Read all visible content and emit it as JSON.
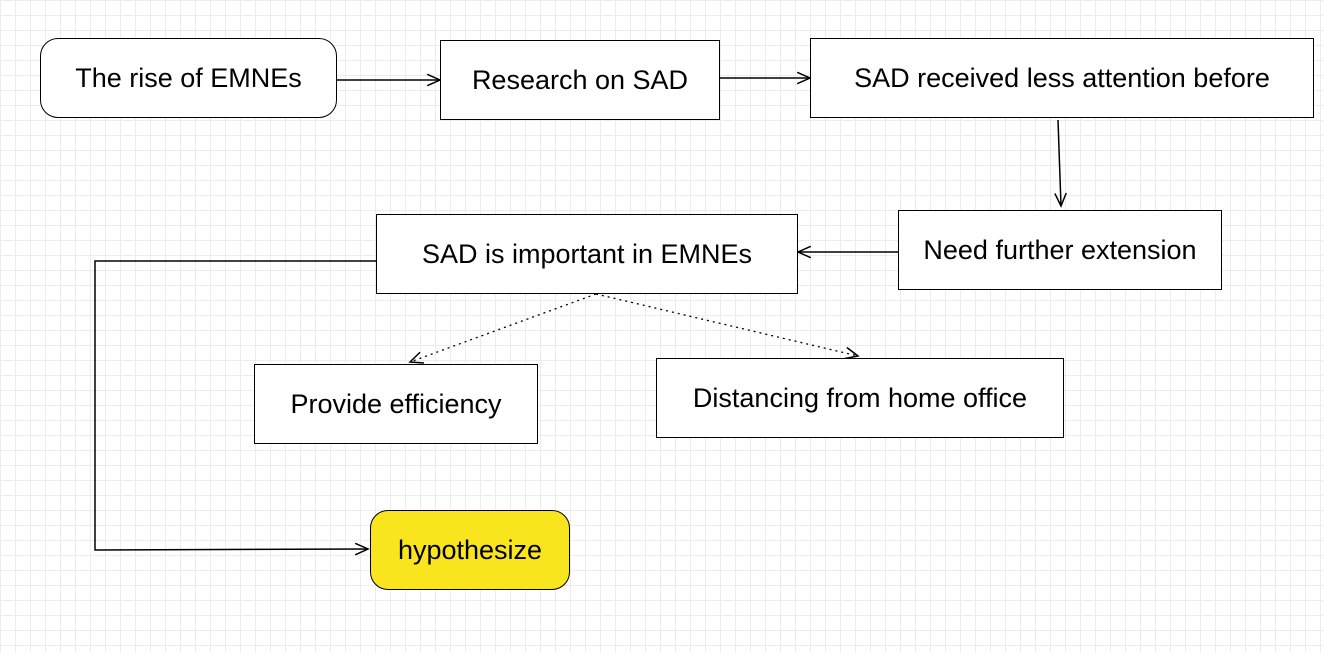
{
  "diagram": {
    "nodes": [
      {
        "id": "rise",
        "label": "The rise of EMNEs",
        "shape": "rounded",
        "fill": "#ffffff"
      },
      {
        "id": "research",
        "label": "Research on SAD",
        "shape": "rect",
        "fill": "#ffffff"
      },
      {
        "id": "less_attention",
        "label": "SAD received less attention before",
        "shape": "rect",
        "fill": "#ffffff"
      },
      {
        "id": "extension",
        "label": "Need further extension",
        "shape": "rect",
        "fill": "#ffffff"
      },
      {
        "id": "important",
        "label": "SAD is important in EMNEs",
        "shape": "rect",
        "fill": "#ffffff"
      },
      {
        "id": "efficiency",
        "label": "Provide efficiency",
        "shape": "rect",
        "fill": "#ffffff"
      },
      {
        "id": "distancing",
        "label": "Distancing from home office",
        "shape": "rect",
        "fill": "#ffffff"
      },
      {
        "id": "hypothesize",
        "label": "hypothesize",
        "shape": "rounded",
        "fill": "#f9e51e"
      }
    ],
    "edges": [
      {
        "from": "rise",
        "to": "research",
        "style": "solid"
      },
      {
        "from": "research",
        "to": "less_attention",
        "style": "solid"
      },
      {
        "from": "less_attention",
        "to": "extension",
        "style": "solid"
      },
      {
        "from": "extension",
        "to": "important",
        "style": "solid"
      },
      {
        "from": "important",
        "to": "efficiency",
        "style": "dotted"
      },
      {
        "from": "important",
        "to": "distancing",
        "style": "dotted"
      },
      {
        "from": "important",
        "to": "hypothesize",
        "style": "solid"
      }
    ]
  }
}
